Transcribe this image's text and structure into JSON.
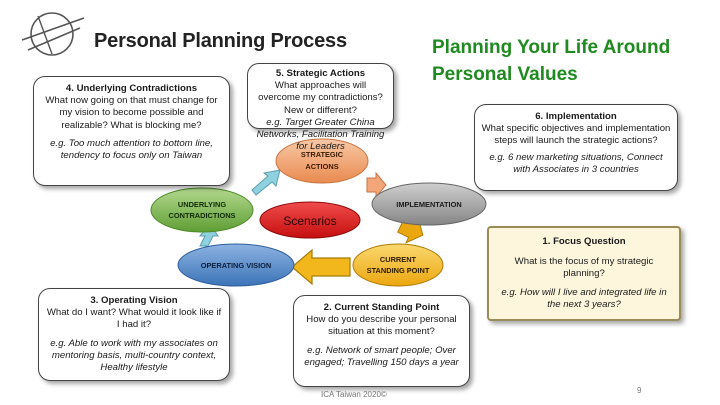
{
  "header": {
    "title": "Personal Planning Process",
    "subtitle_line1": "Planning Your Life Around",
    "subtitle_line2": "Personal Values"
  },
  "cycle": {
    "center": "Scenarios",
    "strategic_l1": "STRATEGIC",
    "strategic_l2": "ACTIONS",
    "implementation": "IMPLEMENTATION",
    "current_l1": "CURRENT",
    "current_l2": "STANDING POINT",
    "operating": "OPERATING VISION",
    "underlying_l1": "UNDERLYING",
    "underlying_l2": "CONTRADICTIONS"
  },
  "boxes": {
    "contradictions": {
      "heading": "4. Underlying Contradictions",
      "question": "What now going on that must change for my vision to become possible and realizable? What is blocking me?",
      "example": "e.g. Too much attention to bottom line, tendency to focus only on Taiwan"
    },
    "actions": {
      "heading": "5. Strategic Actions",
      "question": "What approaches will overcome my contradictions? New or different?",
      "example": "e.g. Target Greater China Networks, Facilitation Training for Leaders"
    },
    "implementation": {
      "heading": "6. Implementation",
      "question": "What specific objectives and implementation steps will launch the strategic actions?",
      "example": "e.g. 6 new marketing situations, Connect with Associates in 3 countries"
    },
    "vision": {
      "heading": "3. Operating Vision",
      "question": "What do I want?  What would it look like if I had it?",
      "example": "e.g. Able to work with my associates on mentoring basis, multi-country context, Healthy lifestyle"
    },
    "standing": {
      "heading": "2. Current Standing Point",
      "question": "How do you describe your personal situation at this moment?",
      "example": "e.g. Network of smart people; Over engaged; Travelling 150 days a year"
    },
    "focus": {
      "heading": "1.     Focus Question",
      "question": "What is the focus of my strategic planning?",
      "example": "e.g. How will I live and integrated life in the next 3 years?"
    }
  },
  "footer": "ICA Taiwan 2020©",
  "page_number": "9",
  "colors": {
    "title_green": "#1f8a1f",
    "strategic": "#f0a070",
    "implementation": "#9a9a9a",
    "current": "#f2b71c",
    "operating": "#4f86c6",
    "underlying": "#7ab648",
    "center": "#e01818",
    "arrow": "#7fc7d6",
    "focus_bg": "#fdf6dc"
  }
}
